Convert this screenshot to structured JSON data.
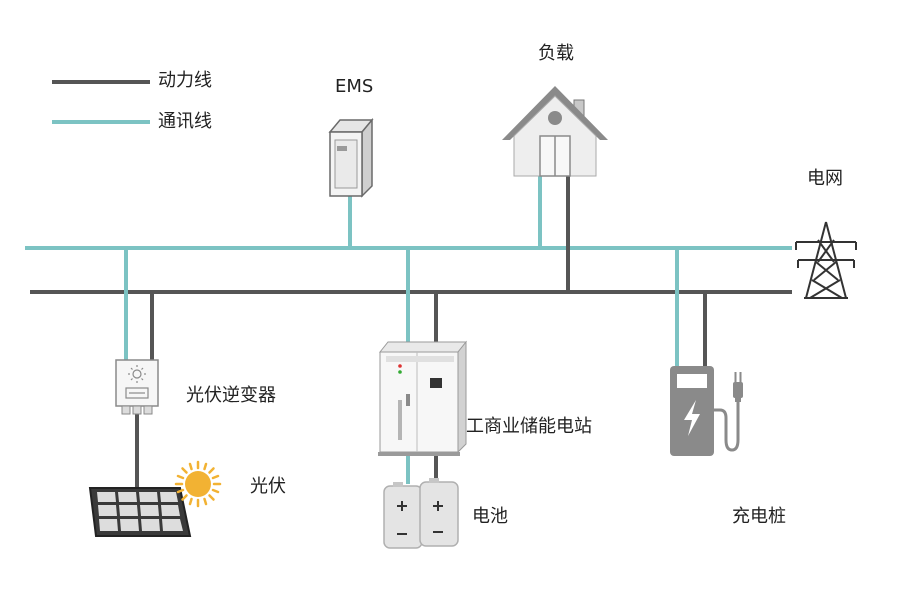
{
  "legend": {
    "power_line": "动力线",
    "comm_line": "通讯线"
  },
  "nodes": {
    "ems": "EMS",
    "load": "负载",
    "grid": "电网",
    "pv_inverter": "光伏逆变器",
    "pv": "光伏",
    "storage": "工商业储能电站",
    "battery": "电池",
    "charger": "充电桩"
  },
  "colors": {
    "power_line": "#555555",
    "comm_line": "#7cc3c3",
    "icon_gray": "#8a8a8a",
    "sun": "#f2b233"
  }
}
